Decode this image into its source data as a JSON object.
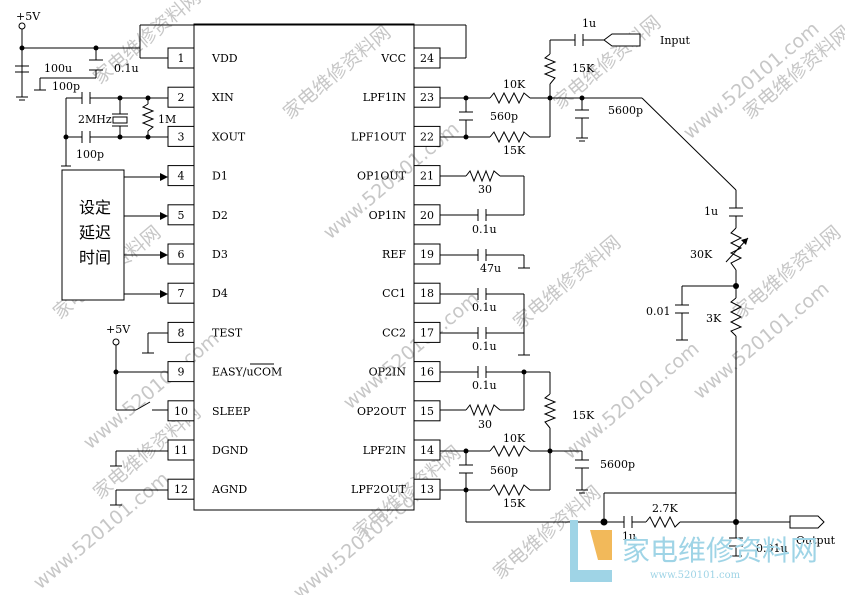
{
  "supply": {
    "vplus_top": "+5V",
    "vplus_test": "+5V"
  },
  "ic": {
    "left_pins": [
      {
        "num": "1",
        "name": "VDD"
      },
      {
        "num": "2",
        "name": "XIN"
      },
      {
        "num": "3",
        "name": "XOUT"
      },
      {
        "num": "4",
        "name": "D1"
      },
      {
        "num": "5",
        "name": "D2"
      },
      {
        "num": "6",
        "name": "D3"
      },
      {
        "num": "7",
        "name": "D4"
      },
      {
        "num": "8",
        "name": "TEST"
      },
      {
        "num": "9",
        "name": "EASY/uCOM"
      },
      {
        "num": "10",
        "name": "SLEEP"
      },
      {
        "num": "11",
        "name": "DGND"
      },
      {
        "num": "12",
        "name": "AGND"
      }
    ],
    "right_pins": [
      {
        "num": "24",
        "name": "VCC"
      },
      {
        "num": "23",
        "name": "LPF1IN"
      },
      {
        "num": "22",
        "name": "LPF1OUT"
      },
      {
        "num": "21",
        "name": "OP1OUT"
      },
      {
        "num": "20",
        "name": "OP1IN"
      },
      {
        "num": "19",
        "name": "REF"
      },
      {
        "num": "18",
        "name": "CC1"
      },
      {
        "num": "17",
        "name": "CC2"
      },
      {
        "num": "16",
        "name": "OP2IN"
      },
      {
        "num": "15",
        "name": "OP2OUT"
      },
      {
        "num": "14",
        "name": "LPF2IN"
      },
      {
        "num": "13",
        "name": "LPF2OUT"
      }
    ]
  },
  "delay_box": {
    "lines": [
      "设定",
      "延迟",
      "时间"
    ]
  },
  "components": {
    "c_100u": "100u",
    "c_01u_vdd": "0.1u",
    "c_100p_top": "100p",
    "c_100p_bot": "100p",
    "crystal": "2MHz",
    "r_1m": "1M",
    "c_in": "1u",
    "r_15k_in": "15K",
    "r_10k_1": "10K",
    "c_560p_1": "560p",
    "r_15k_1": "15K",
    "c_5600p_1": "5600p",
    "r_30_1": "30",
    "c_01u_op1": "0.1u",
    "c_47u": "47u",
    "c_01u_cc1": "0.1u",
    "c_01u_cc2": "0.1u",
    "c_01u_op2": "0.1u",
    "r_30_2": "30",
    "r_15k_mid": "15K",
    "r_10k_2": "10K",
    "c_560p_2": "560p",
    "r_15k_2": "15K",
    "c_5600p_2": "5600p",
    "c_1u_vol": "1u",
    "pot_30k": "30K",
    "c_001": "0.01",
    "r_3k": "3K",
    "c_1u_out": "1u",
    "r_27k": "2.7K",
    "c_001u_out": "0.01u"
  },
  "ports": {
    "input": "Input",
    "output": "Output"
  },
  "watermarks": {
    "site_cn": "家电维修资料网",
    "site_num": "www.520101.com"
  },
  "logo": {
    "text": "家电维修资料网",
    "url": "www.520101.com"
  }
}
